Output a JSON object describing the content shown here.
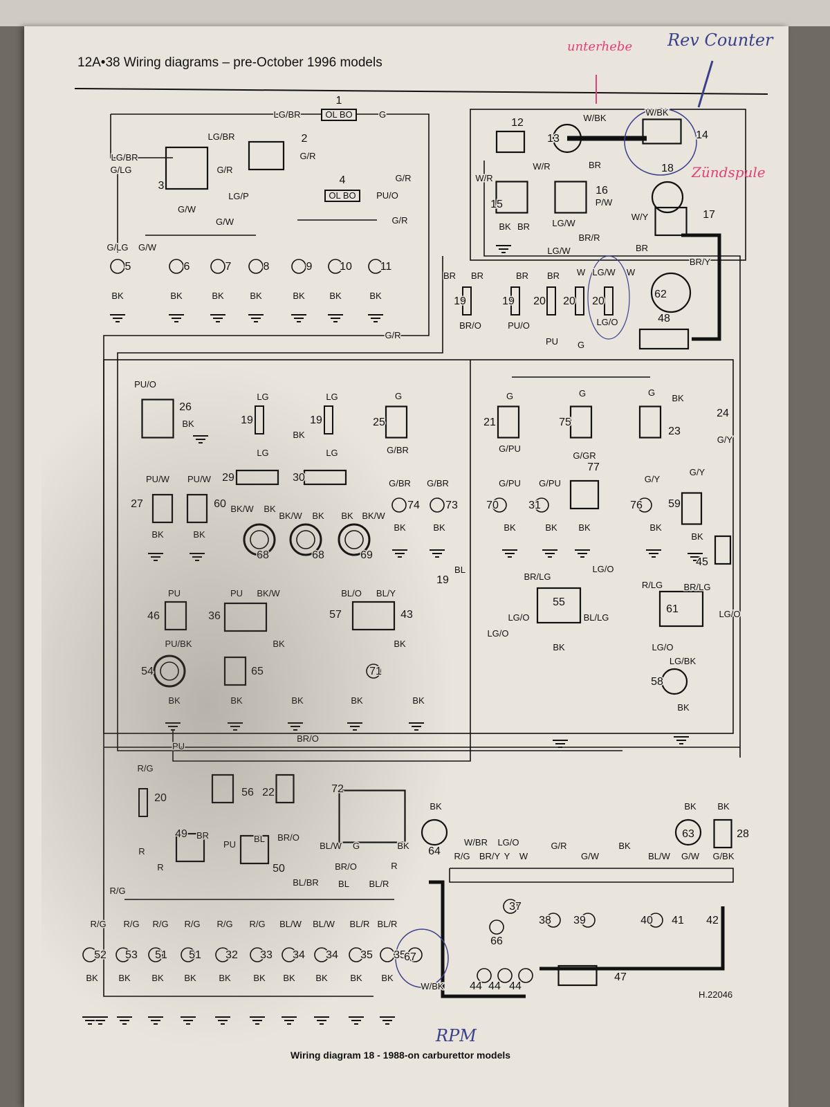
{
  "header": {
    "page_ref": "12A•38",
    "title": "Wiring diagrams – pre-October 1996 models"
  },
  "caption": "Wiring diagram 18 - 1988-on carburettor models",
  "drawing_ref": "H.22046",
  "handwritten_notes": [
    {
      "text": "unterhebe",
      "color": "#e0407a"
    },
    {
      "text": "Rev Counter",
      "color": "#3a3f8a"
    },
    {
      "text": "Zündspule",
      "color": "#e0407a"
    },
    {
      "text": "RPM",
      "color": "#3a3f8a"
    }
  ],
  "labels": [
    "1",
    "OL BO",
    "LG/BR",
    "G",
    "2",
    "LG/BR",
    "G/R",
    "3",
    "LG/BR",
    "G/LG",
    "G/R",
    "LG/P",
    "G/W",
    "4",
    "OL BO",
    "PU/O",
    "G/R",
    "G/R",
    "G/W",
    "G/LG",
    "G/W",
    "5",
    "6",
    "7",
    "8",
    "9",
    "10",
    "11",
    "BK",
    "BK",
    "BK",
    "BK",
    "BK",
    "BK",
    "BK",
    "12",
    "13",
    "14",
    "15",
    "16",
    "17",
    "18",
    "W/BK",
    "W/BK",
    "W/R",
    "BR",
    "W/R",
    "BK",
    "BR",
    "LG/W",
    "P/W",
    "W/Y",
    "BR/R",
    "LG/W",
    "BR",
    "BR/Y",
    "19",
    "19",
    "20",
    "20",
    "20",
    "BR",
    "BR",
    "BR",
    "BR",
    "W",
    "LG/W",
    "W",
    "BR/O",
    "PU/O",
    "LG/O",
    "PU",
    "G",
    "G/R",
    "62",
    "48",
    "PU/O",
    "26",
    "BK",
    "LG",
    "19",
    "LG",
    "29",
    "BK/W",
    "BK",
    "68",
    "LG",
    "19",
    "LG",
    "30",
    "BK",
    "BK/W",
    "BK",
    "BK",
    "BK/W",
    "68",
    "69",
    "25",
    "G",
    "G/BR",
    "G/BR",
    "G/BR",
    "74",
    "73",
    "BK",
    "BK",
    "PU/W",
    "PU/W",
    "27",
    "60",
    "BK",
    "BK",
    "21",
    "G",
    "G/PU",
    "G/PU",
    "G/PU",
    "70",
    "31",
    "BK",
    "BK",
    "75",
    "G",
    "G/GR",
    "77",
    "BK",
    "23",
    "G",
    "BK",
    "24",
    "G/Y",
    "G/Y",
    "G/Y",
    "76",
    "59",
    "BK",
    "BK",
    "45",
    "19",
    "BL",
    "LG/O",
    "BR/LG",
    "55",
    "LG/O",
    "BL/LG",
    "LG/O",
    "BK",
    "R/LG",
    "BR/LG",
    "61",
    "LG/O",
    "LG/O",
    "LG/BK",
    "58",
    "BK",
    "PU",
    "46",
    "PU/BK",
    "54",
    "BK",
    "PU",
    "BK/W",
    "36",
    "BK",
    "65",
    "BK",
    "BK",
    "BL/O",
    "BL/Y",
    "57",
    "43",
    "BK",
    "71",
    "BK",
    "BK",
    "PU",
    "BR/O",
    "R/G",
    "20",
    "56",
    "22",
    "BR/O",
    "72",
    "BK",
    "64",
    "49",
    "BR",
    "R",
    "R",
    "PU",
    "BL",
    "50",
    "BL/W",
    "G",
    "BK",
    "BR/O",
    "BL/BR",
    "BL",
    "BL/R",
    "R",
    "W/BR",
    "R/G",
    "BR/Y",
    "LG/O",
    "Y",
    "W",
    "G/R",
    "G/W",
    "BK",
    "BL/W",
    "G/W",
    "G/BK",
    "BK",
    "BK",
    "63",
    "28",
    "R/G",
    "R/G",
    "R/G",
    "R/G",
    "R/G",
    "R/G",
    "R/G",
    "52",
    "53",
    "51",
    "51",
    "32",
    "33",
    "BL/W",
    "BL/W",
    "BL/R",
    "BL/R",
    "34",
    "34",
    "35",
    "35",
    "BK",
    "BK",
    "BK",
    "BK",
    "BK",
    "BK",
    "BK",
    "BK",
    "BK",
    "BK",
    "67",
    "W/BK",
    "44",
    "44",
    "44",
    "37",
    "66",
    "38",
    "39",
    "40",
    "41",
    "42",
    "47"
  ]
}
